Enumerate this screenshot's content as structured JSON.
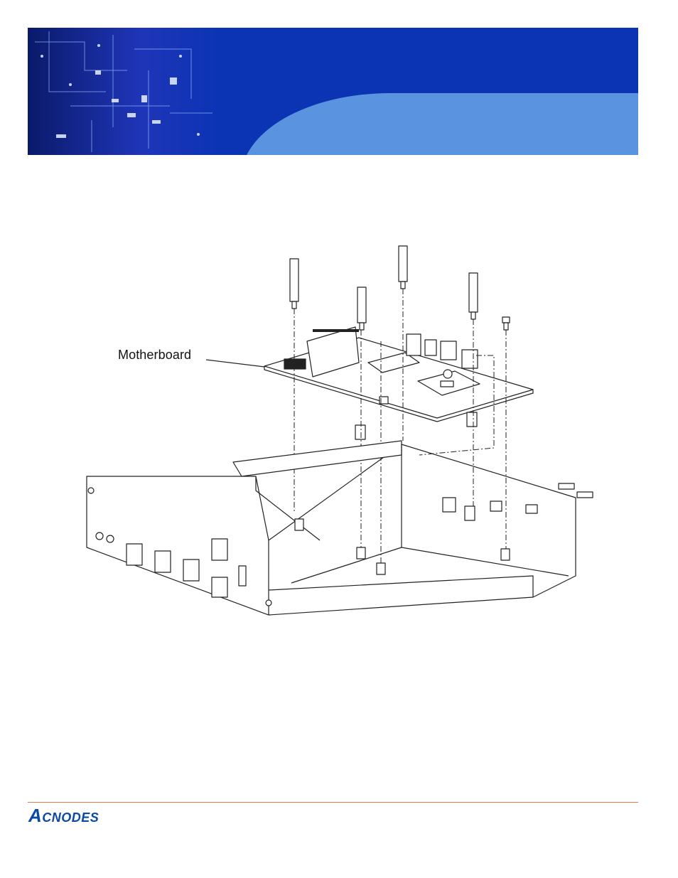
{
  "figure": {
    "label": "Motherboard"
  },
  "footer": {
    "brand_initial": "A",
    "brand_rest": "CNODES"
  },
  "colors": {
    "banner_dark": "#0b34b4",
    "banner_light": "#5a93e0",
    "rule": "#e07b45",
    "brand": "#0a4aa6"
  }
}
